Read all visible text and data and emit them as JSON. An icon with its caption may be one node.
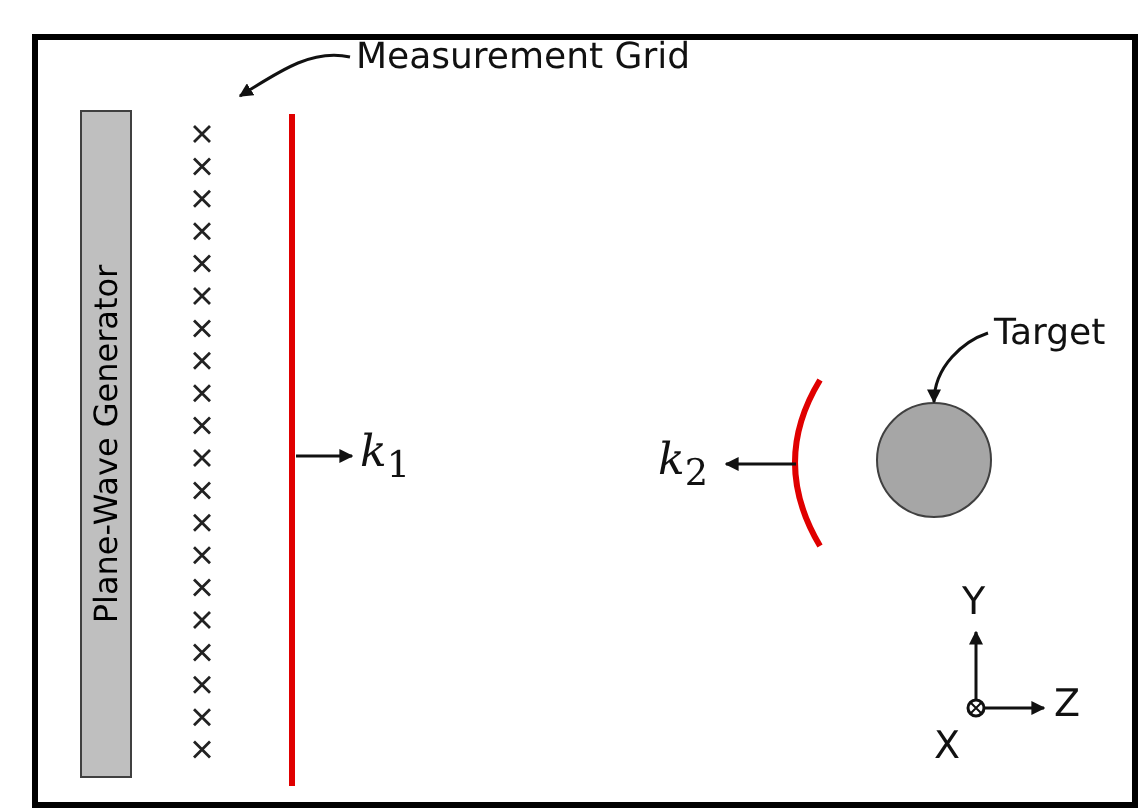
{
  "diagram": {
    "nodes": [
      {
        "text": [
          "Plane-Wave Generator"
        ]
      },
      {
        "text": [
          "Measurement Grid"
        ]
      },
      {
        "text": [
          "Target"
        ]
      },
      {
        "text": [],
        "shape": "circle"
      }
    ],
    "edges": [
      {
        "from": 1,
        "to": null,
        "arrow": "to"
      },
      {
        "from": 2,
        "to": 3,
        "arrow": "to"
      }
    ],
    "labels": [
      "*k*$_{1}$",
      "*k*$_{2}$",
      "Y",
      "Z",
      "X"
    ]
  }
}
